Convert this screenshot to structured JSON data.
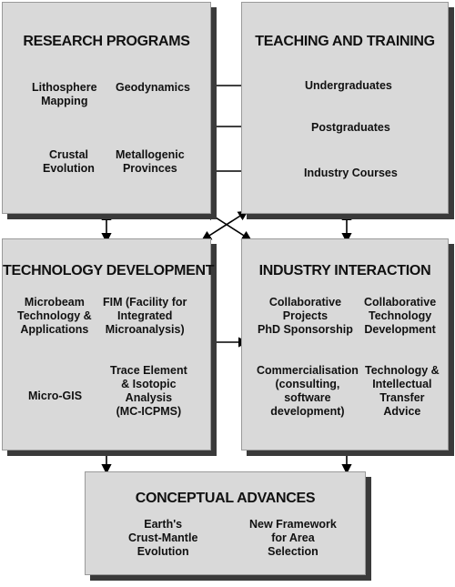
{
  "research": {
    "title": "RESEARCH PROGRAMS",
    "items": [
      {
        "lines": [
          "Lithosphere",
          "Mapping"
        ]
      },
      {
        "lines": [
          "Geodynamics"
        ]
      },
      {
        "lines": [
          "Crustal",
          "Evolution"
        ]
      },
      {
        "lines": [
          "Metallogenic",
          "Provinces"
        ]
      }
    ]
  },
  "teaching": {
    "title": "TEACHING AND TRAINING",
    "items": [
      "Undergraduates",
      "Postgraduates",
      "Industry Courses"
    ]
  },
  "technology": {
    "title": "TECHNOLOGY DEVELOPMENT",
    "items": [
      {
        "lines": [
          "Microbeam",
          "Technology &",
          "Applications"
        ]
      },
      {
        "lines": [
          "FIM (Facility for",
          "Integrated",
          "Microanalysis)"
        ]
      },
      {
        "lines": [
          "Micro-GIS"
        ]
      },
      {
        "lines": [
          "Trace Element",
          "& Isotopic",
          "Analysis",
          "(MC-ICPMS)"
        ]
      }
    ]
  },
  "industry": {
    "title": "INDUSTRY INTERACTION",
    "items": [
      {
        "lines": [
          "Collaborative",
          "Projects",
          "PhD Sponsorship"
        ]
      },
      {
        "lines": [
          "Collaborative",
          "Technology",
          "Development"
        ]
      },
      {
        "lines": [
          "Commercialisation",
          "(consulting,",
          "software",
          "development)"
        ]
      },
      {
        "lines": [
          "Technology &",
          "Intellectual",
          "Transfer",
          "Advice"
        ]
      }
    ]
  },
  "conceptual": {
    "title": "CONCEPTUAL ADVANCES",
    "items": [
      {
        "lines": [
          "Earth's",
          "Crust-Mantle",
          "Evolution"
        ]
      },
      {
        "lines": [
          "New Framework",
          "for Area",
          "Selection"
        ]
      }
    ]
  },
  "colors": {
    "box_fill": "#d9d9d9",
    "shadow": "#3a3a3a",
    "arrow": "#000000"
  }
}
